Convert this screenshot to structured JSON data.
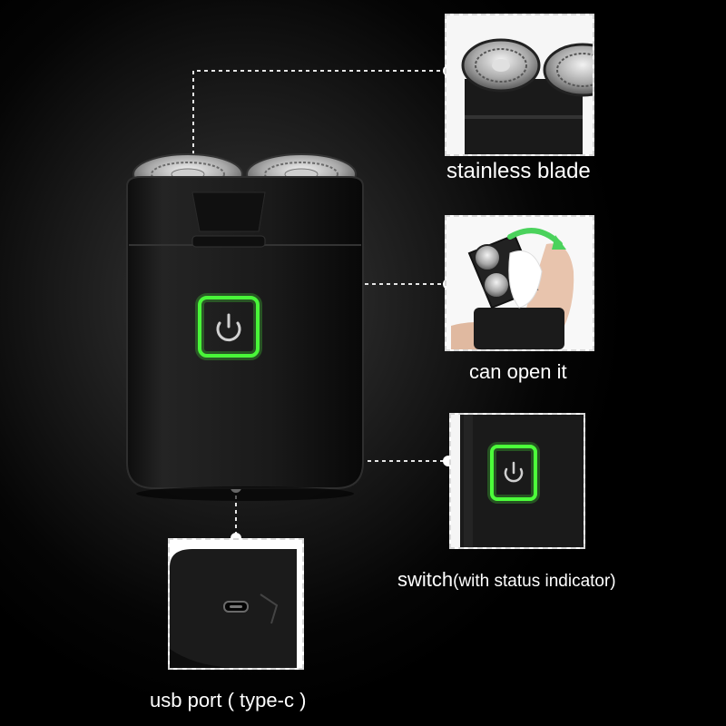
{
  "callouts": {
    "blade": {
      "label": "stainless blade"
    },
    "open": {
      "label": "can open it"
    },
    "switch": {
      "label": "switch",
      "label_detail": "(with status indicator)"
    },
    "usb": {
      "label": "usb port ( type-c )"
    }
  },
  "colors": {
    "background": "#000000",
    "body": "#1b1b1b",
    "indicator": "#4cff3a",
    "callout_line": "#e6e6e6",
    "text": "#ffffff"
  },
  "icons": [
    "power-icon",
    "usb-c-port-icon"
  ]
}
